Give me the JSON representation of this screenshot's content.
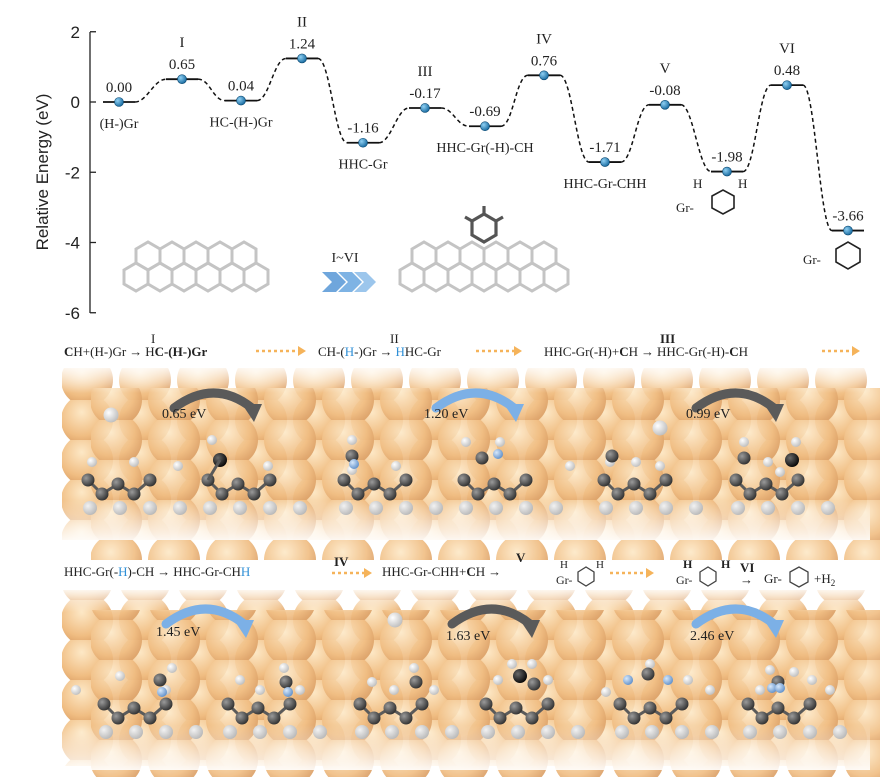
{
  "chart_data": {
    "type": "line",
    "ylabel": "Relative Energy (eV)",
    "ylim": [
      -6,
      2
    ],
    "yticks": [
      "2",
      "0",
      "-2",
      "-4",
      "-6"
    ],
    "states": [
      {
        "value": -0.0,
        "value_label": "0.00",
        "state_label": "(H-)Gr",
        "step": ""
      },
      {
        "value": 0.65,
        "value_label": "0.65",
        "state_label": "",
        "step": "I"
      },
      {
        "value": 0.04,
        "value_label": "0.04",
        "state_label": "HC-(H-)Gr",
        "step": ""
      },
      {
        "value": 1.24,
        "value_label": "1.24",
        "state_label": "",
        "step": "II"
      },
      {
        "value": -1.16,
        "value_label": "-1.16",
        "state_label": "HHC-Gr",
        "step": ""
      },
      {
        "value": -0.17,
        "value_label": "-0.17",
        "state_label": "",
        "step": "III"
      },
      {
        "value": -0.69,
        "value_label": "-0.69",
        "state_label": "HHC-Gr(-H)-CH",
        "step": ""
      },
      {
        "value": 0.76,
        "value_label": "0.76",
        "state_label": "",
        "step": "IV"
      },
      {
        "value": -1.71,
        "value_label": "-1.71",
        "state_label": "HHC-Gr-CHH",
        "step": ""
      },
      {
        "value": -0.08,
        "value_label": "-0.08",
        "state_label": "",
        "step": "V"
      },
      {
        "value": -1.98,
        "value_label": "-1.98",
        "state_label": "",
        "step": ""
      },
      {
        "value": 0.48,
        "value_label": "0.48",
        "state_label": "",
        "step": "VI"
      },
      {
        "value": -3.66,
        "value_label": "-3.66",
        "state_label": "",
        "step": ""
      }
    ],
    "state_prefix_gr": "Gr-",
    "state_h": "H"
  },
  "inset": {
    "arrow_label": "I~VI"
  },
  "reactions_row1": {
    "r1": {
      "a": "C",
      "b": "H+(H-)Gr",
      "arrow": "→",
      "c": "H",
      "d": "C-(H-)Gr",
      "step": "I"
    },
    "r2": {
      "a": "CH-(",
      "b": "H",
      "c": "-)Gr",
      "arrow": "→",
      "d": "H",
      "e": "HC-Gr",
      "step": "II"
    },
    "r3": {
      "a": "HHC-Gr(-H)+",
      "b": "C",
      "c": "H",
      "arrow": "→",
      "d": "HHC-Gr(-H)-",
      "e": "C",
      "f": "H",
      "step": "III"
    }
  },
  "reactions_row2": {
    "r4": {
      "a": "HHC-Gr(-",
      "b": "H",
      "c": ")-CH",
      "arrow": "→",
      "d": "HHC-Gr-CH",
      "e": "H",
      "step": "IV"
    },
    "r5": {
      "a": "HHC-Gr-CHH+",
      "b": "C",
      "c": "H",
      "arrow": "→",
      "step": "V"
    },
    "r6": {
      "gr": "Gr-",
      "h": "H",
      "step": "VI",
      "arrow": "→",
      "gr2": "Gr-",
      "plus": "+H",
      "sub": "2"
    }
  },
  "barriers_row1": [
    "0.65 eV",
    "1.20 eV",
    "0.99 eV"
  ],
  "barriers_row2": [
    "1.45 eV",
    "1.63 eV",
    "2.46 eV"
  ],
  "colors": {
    "node": "#1f78b4",
    "surface": "#f2c48c",
    "carbon": "#4a4a4a",
    "blue_h": "#6aa0d8",
    "arrow_orange": "#f5b35a"
  }
}
